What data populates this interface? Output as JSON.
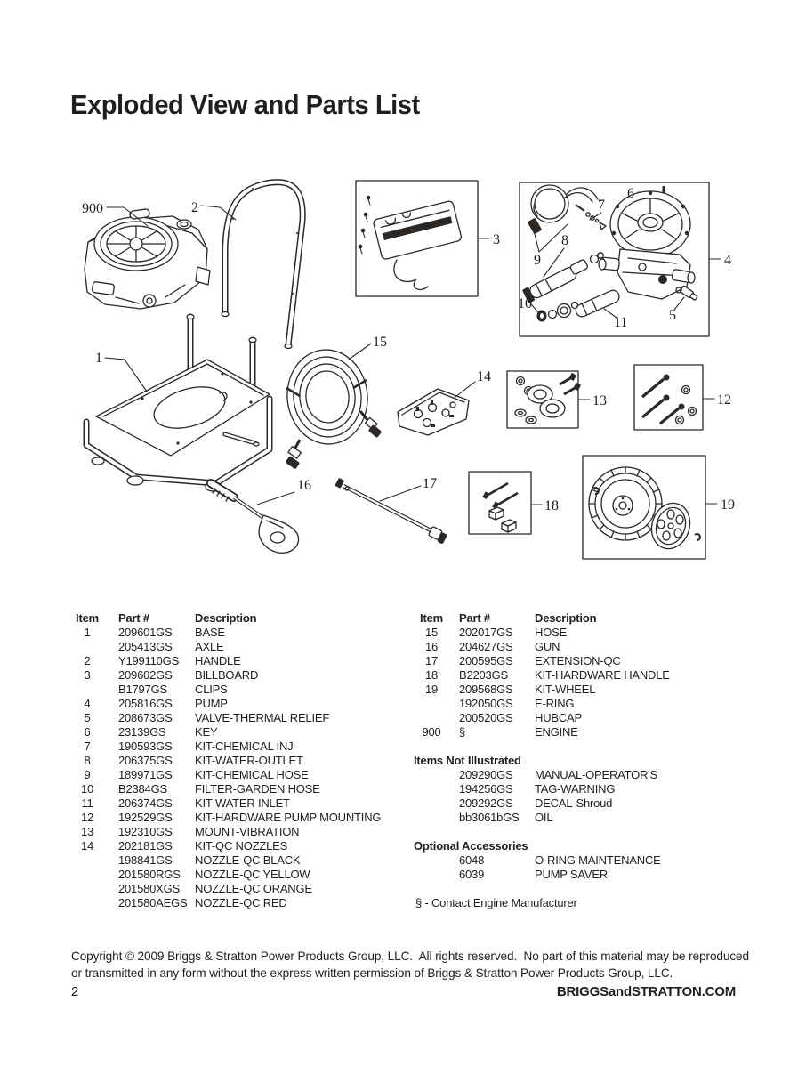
{
  "page": {
    "title": "Exploded View and Parts List",
    "page_number": "2",
    "website": "BRIGGSandSTRATTON.COM",
    "copyright": "Copyright © 2009 Briggs & Stratton Power Products Group, LLC.  All rights reserved.  No part of this material may be reproduced or transmitted in any form without the express written permission of Briggs & Stratton Power Products Group, LLC."
  },
  "diagram": {
    "callouts": {
      "c900": "900",
      "c1": "1",
      "c2": "2",
      "c3": "3",
      "c4": "4",
      "c5": "5",
      "c6": "6",
      "c7": "7",
      "c8": "8",
      "c9": "9",
      "c10": "10",
      "c11": "11",
      "c12": "12",
      "c13": "13",
      "c14": "14",
      "c15": "15",
      "c16": "16",
      "c17": "17",
      "c18": "18",
      "c19": "19"
    }
  },
  "parts_list": {
    "columns": [
      "Item",
      "Part #",
      "Description"
    ],
    "left_rows": [
      {
        "item": "1",
        "part": "209601GS",
        "desc": "BASE"
      },
      {
        "item": "",
        "part": "205413GS",
        "desc": "AXLE"
      },
      {
        "item": "2",
        "part": "Y199110GS",
        "desc": "HANDLE"
      },
      {
        "item": "3",
        "part": "209602GS",
        "desc": "BILLBOARD"
      },
      {
        "item": "",
        "part": "B1797GS",
        "desc": "CLIPS"
      },
      {
        "item": "4",
        "part": "205816GS",
        "desc": "PUMP"
      },
      {
        "item": "5",
        "part": "208673GS",
        "desc": "VALVE-THERMAL RELIEF"
      },
      {
        "item": "6",
        "part": "23139GS",
        "desc": "KEY"
      },
      {
        "item": "7",
        "part": "190593GS",
        "desc": "KIT-CHEMICAL INJ"
      },
      {
        "item": "8",
        "part": "206375GS",
        "desc": "KIT-WATER-OUTLET"
      },
      {
        "item": "9",
        "part": "189971GS",
        "desc": "KIT-CHEMICAL HOSE"
      },
      {
        "item": "10",
        "part": "B2384GS",
        "desc": "FILTER-GARDEN HOSE"
      },
      {
        "item": "11",
        "part": "206374GS",
        "desc": "KIT-WATER INLET"
      },
      {
        "item": "12",
        "part": "192529GS",
        "desc": "KIT-HARDWARE PUMP MOUNTING"
      },
      {
        "item": "13",
        "part": "192310GS",
        "desc": "MOUNT-VIBRATION"
      },
      {
        "item": "14",
        "part": "202181GS",
        "desc": "KIT-QC NOZZLES"
      },
      {
        "item": "",
        "part": "198841GS",
        "desc": "NOZZLE-QC BLACK"
      },
      {
        "item": "",
        "part": "201580RGS",
        "desc": "NOZZLE-QC YELLOW"
      },
      {
        "item": "",
        "part": "201580XGS",
        "desc": "NOZZLE-QC ORANGE"
      },
      {
        "item": "",
        "part": "201580AEGS",
        "desc": "NOZZLE-QC RED"
      }
    ],
    "right_rows": [
      {
        "item": "15",
        "part": "202017GS",
        "desc": "HOSE"
      },
      {
        "item": "16",
        "part": "204627GS",
        "desc": "GUN"
      },
      {
        "item": "17",
        "part": "200595GS",
        "desc": "EXTENSION-QC"
      },
      {
        "item": "18",
        "part": "B2203GS",
        "desc": "KIT-HARDWARE HANDLE"
      },
      {
        "item": "19",
        "part": "209568GS",
        "desc": "KIT-WHEEL"
      },
      {
        "item": "",
        "part": "192050GS",
        "desc": "E-RING"
      },
      {
        "item": "",
        "part": "200520GS",
        "desc": "HUBCAP"
      },
      {
        "item": "900",
        "part": "§",
        "desc": "ENGINE"
      }
    ],
    "sections": [
      {
        "title": "Items Not Illustrated",
        "rows": [
          {
            "item": "",
            "part": "209290GS",
            "desc": "MANUAL-OPERATOR'S"
          },
          {
            "item": "",
            "part": "194256GS",
            "desc": "TAG-WARNING"
          },
          {
            "item": "",
            "part": "209292GS",
            "desc": "DECAL-Shroud"
          },
          {
            "item": "",
            "part": "bb3061bGS",
            "desc": "OIL"
          }
        ]
      },
      {
        "title": "Optional Accessories",
        "rows": [
          {
            "item": "",
            "part": "6048",
            "desc": "O-RING MAINTENANCE"
          },
          {
            "item": "",
            "part": "6039",
            "desc": "PUMP SAVER"
          }
        ]
      }
    ],
    "note": "§ - Contact Engine Manufacturer"
  }
}
